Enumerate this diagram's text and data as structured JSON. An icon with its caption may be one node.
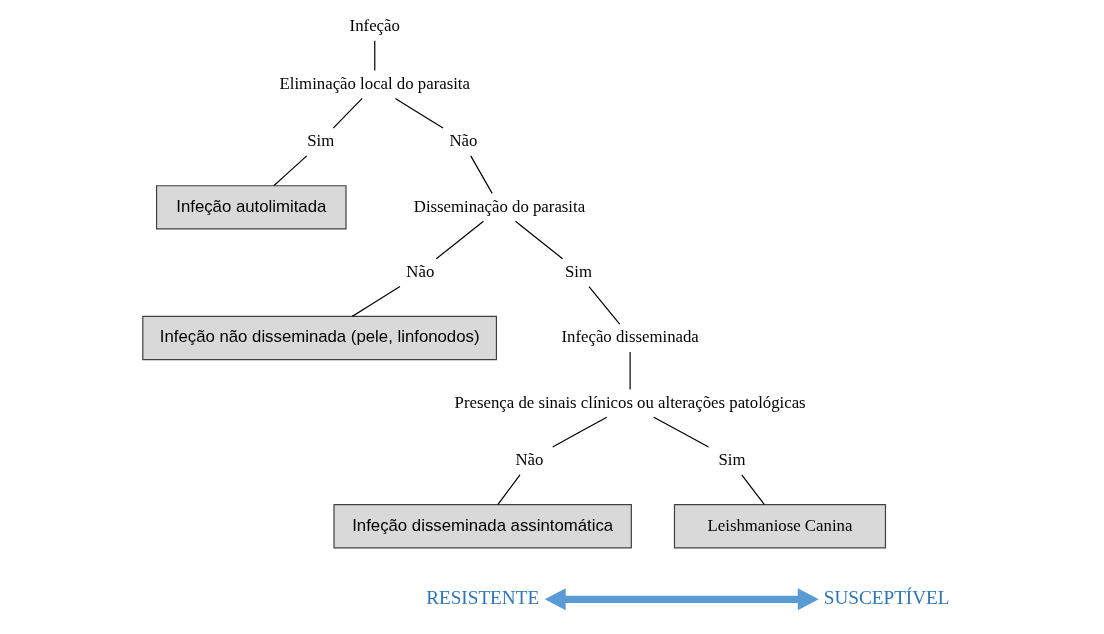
{
  "diagram": {
    "nodes": [
      {
        "text": [
          "Infeção"
        ]
      },
      {
        "text": [
          "Eliminação local do parasita"
        ]
      },
      {
        "text": [
          "Sim"
        ]
      },
      {
        "text": [
          "Não"
        ]
      },
      {
        "text": [
          "Infeção autolimitada"
        ]
      },
      {
        "text": [
          "Disseminação do parasita"
        ]
      },
      {
        "text": [
          "Não"
        ]
      },
      {
        "text": [
          "Sim"
        ]
      },
      {
        "text": [
          "Infeção não disseminada (pele, linfonodos)"
        ]
      },
      {
        "text": [
          "Infeção disseminada"
        ]
      },
      {
        "text": [
          "Presença de sinais clínicos ou alterações patológicas"
        ]
      },
      {
        "text": [
          "Não"
        ]
      },
      {
        "text": [
          "Sim"
        ]
      },
      {
        "text": [
          "Infeção disseminada assintomática"
        ]
      },
      {
        "text": [
          "Leishmaniose Canina"
        ]
      },
      {
        "text": [
          "RESISTENTE"
        ]
      },
      {
        "text": [
          "SUSCEPTÍVEL"
        ]
      }
    ],
    "edges": [
      {
        "from": 0,
        "to": 1,
        "arrow": "none"
      },
      {
        "from": 1,
        "to": 2,
        "arrow": "none"
      },
      {
        "from": 1,
        "to": 3,
        "arrow": "none"
      },
      {
        "from": 2,
        "to": 4,
        "arrow": "none"
      },
      {
        "from": 3,
        "to": 5,
        "arrow": "none"
      },
      {
        "from": 5,
        "to": 6,
        "arrow": "none"
      },
      {
        "from": 5,
        "to": 7,
        "arrow": "none"
      },
      {
        "from": 6,
        "to": 8,
        "arrow": "none"
      },
      {
        "from": 7,
        "to": 9,
        "arrow": "none"
      },
      {
        "from": 9,
        "to": 10,
        "arrow": "none"
      },
      {
        "from": 10,
        "to": 11,
        "arrow": "none"
      },
      {
        "from": 10,
        "to": 12,
        "arrow": "none"
      },
      {
        "from": 11,
        "to": 13,
        "arrow": "none"
      },
      {
        "from": 12,
        "to": 14,
        "arrow": "none"
      },
      {
        "from": 15,
        "to": 16,
        "arrow": "both",
        "style": "thick",
        "color": "#5b9bd5"
      }
    ]
  }
}
